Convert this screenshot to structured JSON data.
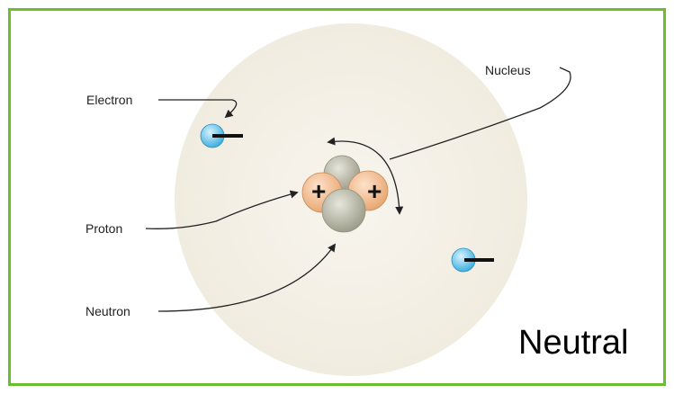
{
  "labels": {
    "electron": "Electron",
    "nucleus": "Nucleus",
    "proton": "Proton",
    "neutron": "Neutron"
  },
  "state": "Neutral",
  "colors": {
    "border": "#6bbf2e",
    "atom_background": "#f5f1e8",
    "electron": "#5cc0e6",
    "proton": "#f0b88c",
    "neutron": "#b9b9a8"
  },
  "charges": {
    "proton_sign": "+",
    "electron_sign": "−"
  }
}
